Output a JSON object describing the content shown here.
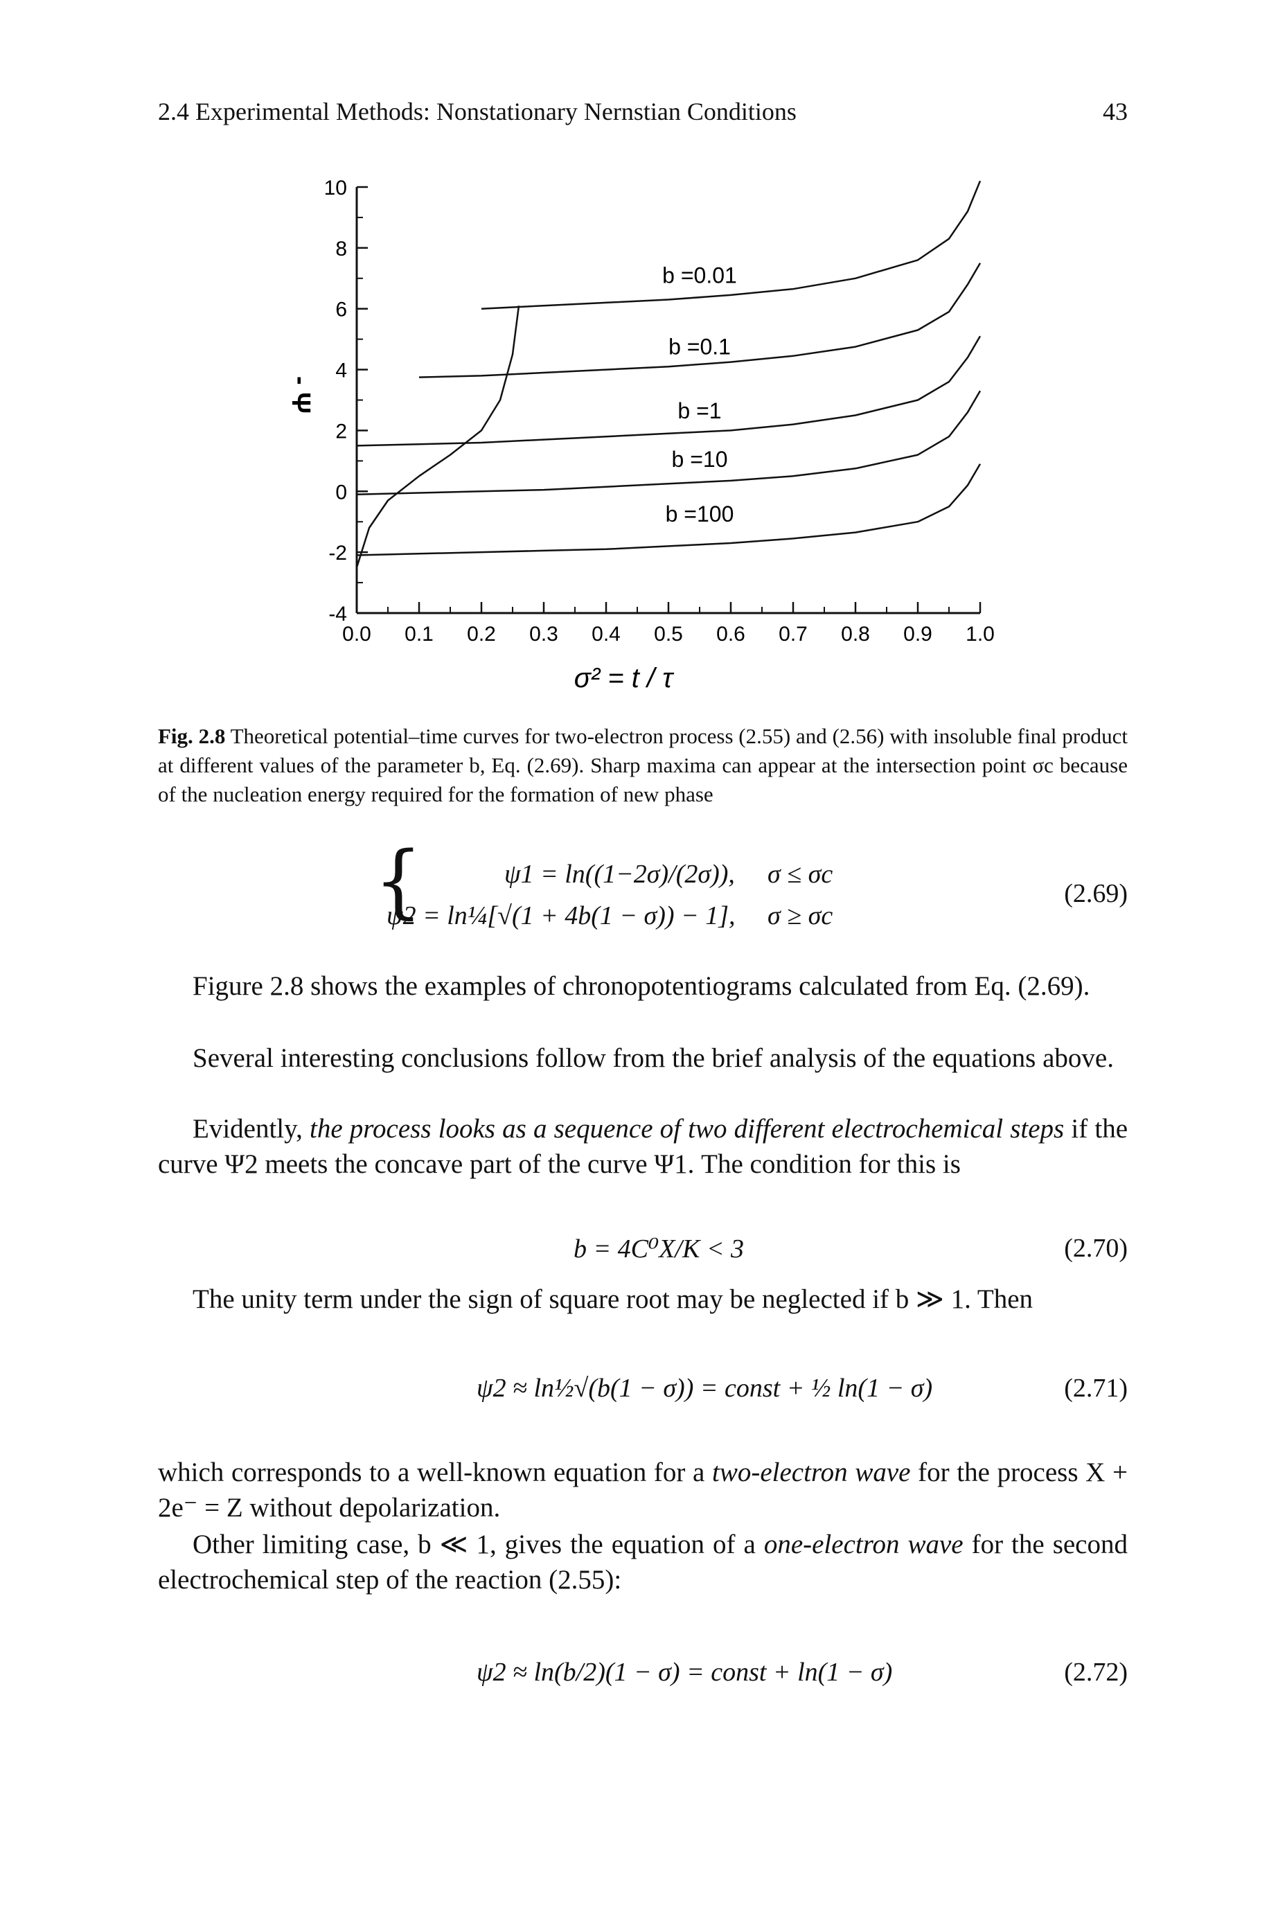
{
  "header": {
    "title": "2.4   Experimental Methods: Nonstationary Nernstian Conditions",
    "page_number": "43"
  },
  "figure": {
    "ylabel": "- Ψ",
    "xlabel": "σ² = t / τ",
    "curve_labels": [
      "b =0.01",
      "b =0.1",
      "b =1",
      "b =10",
      "b =100"
    ]
  },
  "chart_data": {
    "type": "line",
    "xlim": [
      0.0,
      1.0
    ],
    "ylim": [
      -4,
      10
    ],
    "x_ticks": [
      "0.0",
      "0.1",
      "0.2",
      "0.3",
      "0.4",
      "0.5",
      "0.6",
      "0.7",
      "0.8",
      "0.9",
      "1.0"
    ],
    "y_ticks": [
      "10",
      "8",
      "6",
      "4",
      "2",
      "0",
      "-2",
      "-4"
    ],
    "series": [
      {
        "name": "b =0.01",
        "x": [
          0.2,
          0.3,
          0.4,
          0.5,
          0.6,
          0.7,
          0.8,
          0.9,
          0.95,
          0.98,
          1.0
        ],
        "y": [
          6.0,
          6.1,
          6.2,
          6.3,
          6.45,
          6.65,
          7.0,
          7.6,
          8.3,
          9.2,
          10.2
        ]
      },
      {
        "name": "b =0.1",
        "x": [
          0.1,
          0.2,
          0.3,
          0.4,
          0.5,
          0.6,
          0.7,
          0.8,
          0.9,
          0.95,
          0.98,
          1.0
        ],
        "y": [
          3.75,
          3.8,
          3.9,
          4.0,
          4.1,
          4.25,
          4.45,
          4.75,
          5.3,
          5.9,
          6.8,
          7.5
        ]
      },
      {
        "name": "b =1",
        "x": [
          0.0,
          0.1,
          0.2,
          0.3,
          0.4,
          0.5,
          0.6,
          0.7,
          0.8,
          0.9,
          0.95,
          0.98,
          1.0
        ],
        "y": [
          1.5,
          1.55,
          1.6,
          1.7,
          1.8,
          1.9,
          2.0,
          2.2,
          2.5,
          3.0,
          3.6,
          4.4,
          5.1
        ]
      },
      {
        "name": "b =10",
        "x": [
          0.0,
          0.1,
          0.2,
          0.3,
          0.4,
          0.5,
          0.6,
          0.7,
          0.8,
          0.9,
          0.95,
          0.98,
          1.0
        ],
        "y": [
          -0.1,
          -0.05,
          0.0,
          0.05,
          0.15,
          0.25,
          0.35,
          0.5,
          0.75,
          1.2,
          1.8,
          2.6,
          3.3
        ]
      },
      {
        "name": "b =100",
        "x": [
          0.0,
          0.1,
          0.2,
          0.3,
          0.4,
          0.5,
          0.6,
          0.7,
          0.8,
          0.9,
          0.95,
          0.98,
          1.0
        ],
        "y": [
          -2.1,
          -2.05,
          -2.0,
          -1.95,
          -1.9,
          -1.8,
          -1.7,
          -1.55,
          -1.35,
          -1.0,
          -0.5,
          0.2,
          0.9
        ]
      },
      {
        "name": "",
        "x": [
          0.0,
          0.02,
          0.05,
          0.1,
          0.15,
          0.2,
          0.23,
          0.25,
          0.26
        ],
        "y": [
          -2.5,
          -1.2,
          -0.3,
          0.5,
          1.2,
          2.0,
          3.0,
          4.5,
          6.1
        ]
      }
    ]
  },
  "caption": {
    "label": "Fig. 2.8",
    "text": "Theoretical potential–time curves for two-electron process (2.55) and (2.56) with insoluble final product at different values of the parameter b, Eq. (2.69). Sharp maxima can appear at the intersection point σc because of the nucleation energy required for the formation of new phase"
  },
  "equations": {
    "eq269_line1": "ψ1 = ln((1−2σ)/(2σ)),",
    "eq269_cond1": "σ ≤ σc",
    "eq269_line2": "ψ2 = ln¼[√(1 + 4b(1 − σ)) − 1],",
    "eq269_cond2": "σ ≥ σc",
    "eq269_num": "(2.69)",
    "eq270": "b = 4C⁰X/K < 3",
    "eq270_num": "(2.70)",
    "eq271": "ψ2 ≈ ln½√(b(1 − σ)) = const + ½ ln(1 − σ)",
    "eq271_num": "(2.71)",
    "eq272": "ψ2 ≈ ln(b/2)(1 − σ) = const + ln(1 − σ)",
    "eq272_num": "(2.72)"
  },
  "paragraphs": {
    "p1": "Figure 2.8 shows the examples of chronopotentiograms calculated from Eq. (2.69).",
    "p2": "Several interesting conclusions follow from the brief analysis of the equations above.",
    "p3_a": "Evidently,",
    "p3_italic": "the process looks as a sequence of two different electrochemical steps",
    "p3_b": "if the curve Ψ2 meets the concave part of the curve Ψ1. The condition for this is",
    "p4": "The unity term under the sign of square root may be neglected if b ≫ 1. Then",
    "p5_a": "which corresponds to a well-known equation for a",
    "p5_italic": "two-electron wave",
    "p5_b": "for the process X + 2e⁻ = Z without depolarization.",
    "p6_a": "Other limiting case, b ≪ 1, gives the equation of a",
    "p6_italic": "one-electron wave",
    "p6_b": "for the second electrochemical step of the reaction (2.55):"
  }
}
